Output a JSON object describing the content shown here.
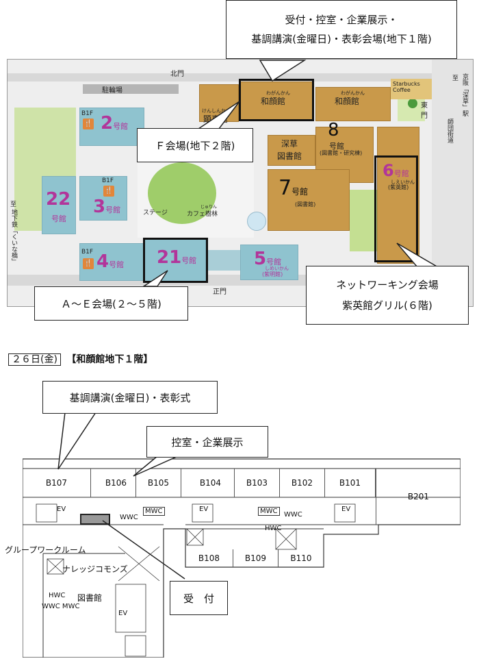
{
  "top_callout": {
    "line1": "受付・控室・企業展示・",
    "line2": "基調講演(金曜日)・表彰会場(地下１階)"
  },
  "callout_f": "Ｆ会場(地下２階)",
  "callout_ae": "Ａ～Ｅ会場(２～５階)",
  "callout_net": {
    "line1": "ネットワーキング会場",
    "line2": "紫英館グリル(６階)"
  },
  "campus": {
    "north_gate": "北門",
    "south_gate": "正門",
    "east_gate": "東門",
    "parking": "駐輪場",
    "stage": "ステージ",
    "cafe": "カフェ",
    "cafe_ruby": "じゅりん",
    "cafe_name": "樹林",
    "starbucks": "Starbucks Coffee",
    "right_side": {
      "to": "至",
      "kyoto": "京阪「深草」駅",
      "road": "師団街道"
    },
    "left_side": {
      "to": "至",
      "subway": "地下鉄「くいな橋」"
    },
    "wagan_ruby": "わがんかん",
    "wagan1": "和顔館",
    "wagan2": "和顔館",
    "kenshin_ruby": "けんしんかん",
    "kenshin": "顕真館",
    "fukakusa": "深草",
    "library": "図書館",
    "b2_floor": "B1F",
    "b2_num": "2",
    "b3_floor": "B1F",
    "b3_num": "3",
    "b4_floor": "B1F",
    "b4_num": "4",
    "b5_num": "5",
    "b5_ruby": "しめいかん",
    "b5_sub": "(紫明館)",
    "b6_num": "6",
    "b6_ruby": "しえいかん",
    "b6_sub": "(紫英館)",
    "b7_num": "7",
    "b7_sub": "(図書館)",
    "b8_num": "8",
    "b8_sub": "(図書館・研究棟)",
    "b21_num": "21",
    "b22_num": "22",
    "suffix": "号館"
  },
  "floor_title": {
    "date": "２６日(金)",
    "place": "【和顔館地下１階】"
  },
  "floor_callouts": {
    "keynote": "基調講演(金曜日)・表彰式",
    "waiting": "控室・企業展示",
    "reception": "受　付"
  },
  "floor": {
    "rooms_top": [
      "B107",
      "B106",
      "B105",
      "B104",
      "B103",
      "B102",
      "B101",
      "B201"
    ],
    "rooms_bottom": [
      "B108",
      "B109",
      "B110"
    ],
    "ev": "EV",
    "wwc": "WWC",
    "mwc": "MWC",
    "hwc": "HWC",
    "group_work": "グループワークルーム",
    "knowledge": "ナレッジコモンズ",
    "library": "図書館",
    "wwcmwc": "WWC MWC"
  }
}
